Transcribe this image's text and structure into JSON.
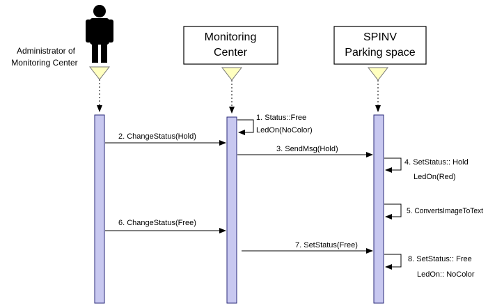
{
  "actor": {
    "label_line1": "Administrator of",
    "label_line2": "Monitoring Center"
  },
  "lifelines": [
    {
      "id": "monitoring",
      "line1": "Monitoring",
      "line2": "Center"
    },
    {
      "id": "spinv",
      "line1": "SPINV",
      "line2": "Parking space"
    }
  ],
  "messages": [
    {
      "n": "1",
      "text_line1": "1. Status::Free",
      "text_line2": "LedOn(NoColor)",
      "from": "monitoring",
      "to": "monitoring"
    },
    {
      "n": "2",
      "text": "2. ChangeStatus(Hold)",
      "from": "admin",
      "to": "monitoring"
    },
    {
      "n": "3",
      "text": "3. SendMsg(Hold)",
      "from": "monitoring",
      "to": "spinv"
    },
    {
      "n": "4",
      "text_line1": "4. SetStatus:: Hold",
      "text_line2": "LedOn(Red)",
      "from": "spinv",
      "to": "spinv"
    },
    {
      "n": "5",
      "text": "5. ConvertsImageToText",
      "from": "spinv",
      "to": "spinv"
    },
    {
      "n": "6",
      "text": "6. ChangeStatus(Free)",
      "from": "admin",
      "to": "monitoring"
    },
    {
      "n": "7",
      "text": "7. SetStatus(Free)",
      "from": "monitoring",
      "to": "spinv"
    },
    {
      "n": "8",
      "text_line1": "8. SetStatus:: Free",
      "text_line2": "LedOn:: NoColor",
      "from": "spinv",
      "to": "spinv"
    }
  ],
  "colors": {
    "activation_fill": "#c8c8f0",
    "activation_stroke": "#2a2a7a",
    "marker_fill": "#ffffc0",
    "actor_fill": "#000000"
  }
}
